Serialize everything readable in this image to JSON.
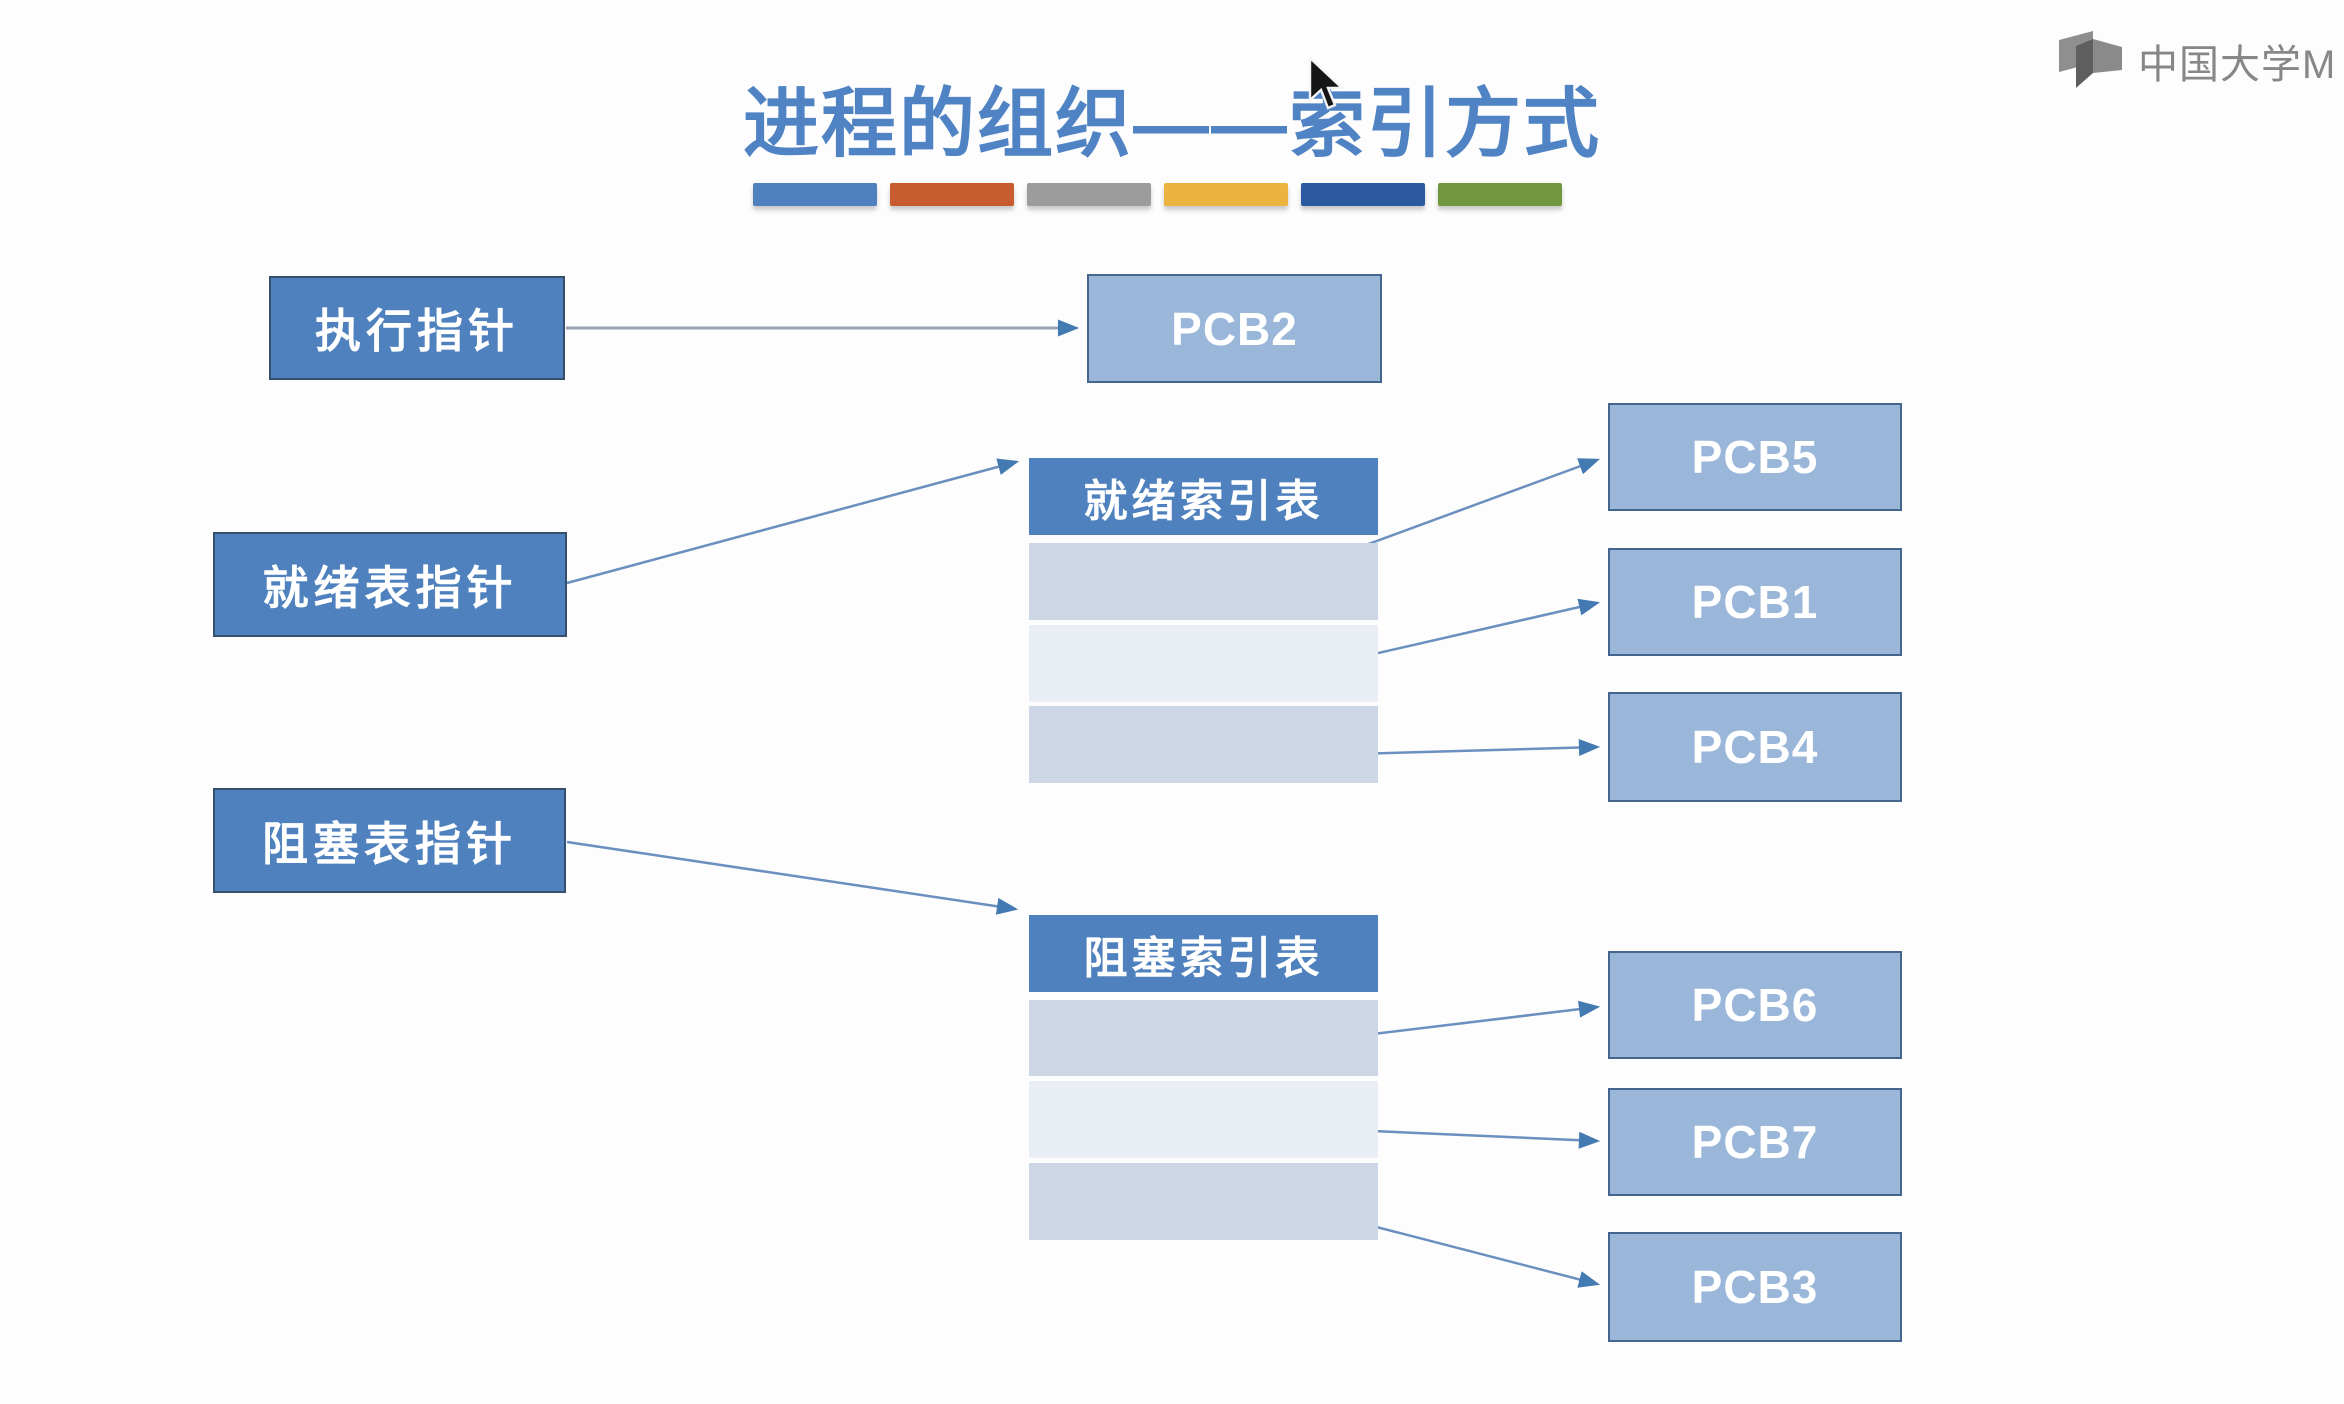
{
  "title": "进程的组织——索引方式",
  "watermark": {
    "text": "中国大学M"
  },
  "accent_bars": [
    "#4e81bd",
    "#c75d2e",
    "#9c9c9c",
    "#ecb33e",
    "#2c5aa0",
    "#71973e"
  ],
  "pointers": {
    "exec": "执行指针",
    "ready": "就绪表指针",
    "blocked": "阻塞表指针"
  },
  "tables": {
    "ready": {
      "header": "就绪索引表",
      "row_count": 3
    },
    "blocked": {
      "header": "阻塞索引表",
      "row_count": 3
    }
  },
  "pcbs": {
    "pcb2": "PCB2",
    "pcb5": "PCB5",
    "pcb1": "PCB1",
    "pcb4": "PCB4",
    "pcb6": "PCB6",
    "pcb7": "PCB7",
    "pcb3": "PCB3"
  },
  "connections": [
    {
      "from": "exec-pointer",
      "to": "pcb2"
    },
    {
      "from": "ready-pointer",
      "to": "ready-index-table"
    },
    {
      "from": "ready-row-1",
      "to": "pcb5"
    },
    {
      "from": "ready-row-2",
      "to": "pcb1"
    },
    {
      "from": "ready-row-3",
      "to": "pcb4"
    },
    {
      "from": "blocked-pointer",
      "to": "blocked-index-table"
    },
    {
      "from": "blocked-row-1",
      "to": "pcb6"
    },
    {
      "from": "blocked-row-2",
      "to": "pcb7"
    },
    {
      "from": "blocked-row-3",
      "to": "pcb3"
    }
  ],
  "colors": {
    "title": "#4f83c4",
    "pointer_fill": "#4e81bd",
    "pcb_fill": "#9ab7d9",
    "table_header_fill": "#4e81bd",
    "row_dark": "#ccd6e4",
    "row_light": "#e9edf4",
    "arrow_line": "#6b8fbe",
    "arrow_line_gray": "#97a2ad",
    "arrow_head": "#447ab2",
    "logo_gray": "#878787"
  }
}
